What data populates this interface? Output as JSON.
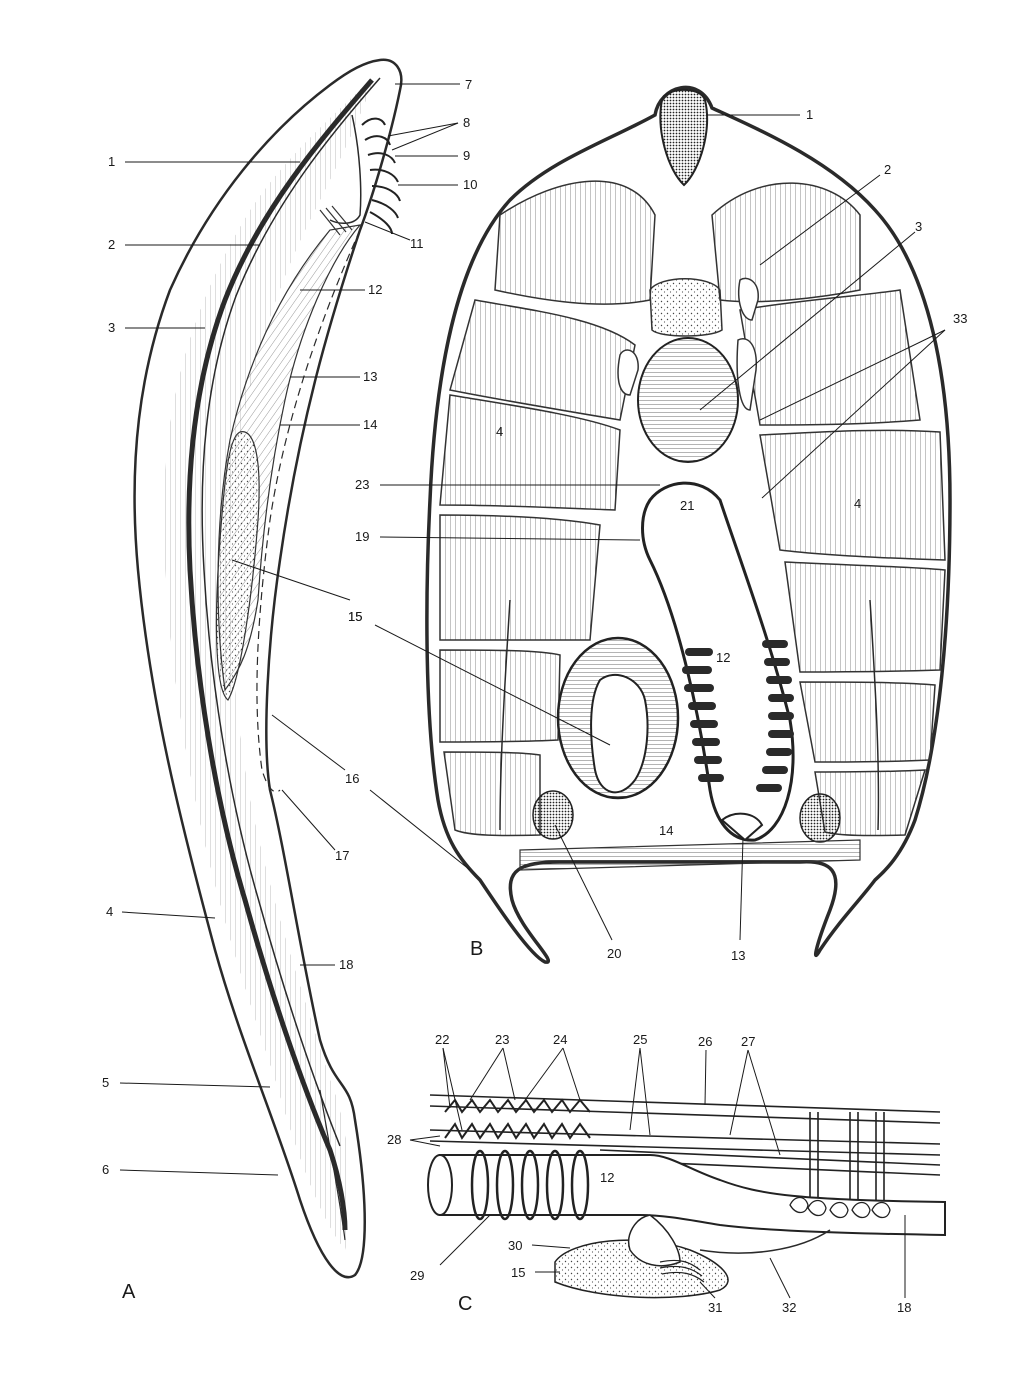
{
  "panels": {
    "a": "A",
    "b": "B",
    "c": "C"
  },
  "panel_a_labels": [
    "1",
    "2",
    "3",
    "4",
    "5",
    "6",
    "7",
    "8",
    "9",
    "10",
    "11",
    "12",
    "13",
    "14",
    "15",
    "16",
    "17",
    "18"
  ],
  "panel_b_labels": [
    "1",
    "2",
    "3",
    "33",
    "4",
    "4",
    "23",
    "21",
    "19",
    "12",
    "15",
    "14",
    "20",
    "13",
    "16"
  ],
  "panel_c_labels": [
    "22",
    "23",
    "24",
    "25",
    "26",
    "27",
    "28",
    "12",
    "30",
    "15",
    "29",
    "31",
    "32",
    "18"
  ]
}
